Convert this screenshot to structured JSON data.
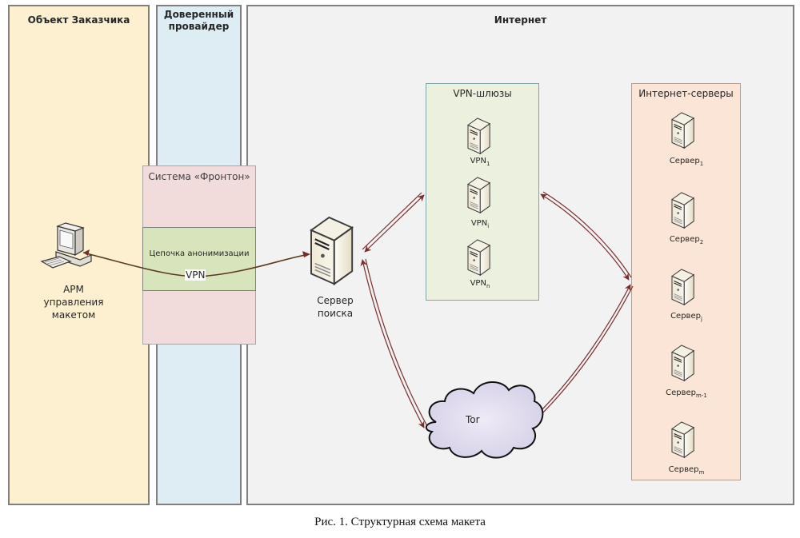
{
  "zones": {
    "customer": "Объект Заказчика",
    "provider_line1": "Доверенный",
    "provider_line2": "провайдер",
    "internet": "Интернет"
  },
  "frontone": {
    "title": "Система «Фронтон»",
    "chain": "Цепочка анонимизации",
    "vpn_tag": "VPN"
  },
  "workstation": {
    "line1": "АРМ",
    "line2": "управления",
    "line3": "макетом"
  },
  "search_server": {
    "line1": "Сервер",
    "line2": "поиска"
  },
  "vpn_gateways": {
    "title": "VPN-шлюзы",
    "items": [
      {
        "base": "VPN",
        "sub": "1"
      },
      {
        "base": "VPN",
        "sub": "i"
      },
      {
        "base": "VPN",
        "sub": "n"
      }
    ]
  },
  "internet_servers": {
    "title": "Интернет-серверы",
    "items": [
      {
        "base": "Сервер",
        "sub": "1"
      },
      {
        "base": "Сервер",
        "sub": "2"
      },
      {
        "base": "Сервер",
        "sub": "j"
      },
      {
        "base": "Сервер",
        "sub": "m-1"
      },
      {
        "base": "Сервер",
        "sub": "m"
      }
    ]
  },
  "tor": {
    "label": "Tor"
  },
  "caption": "Рис. 1. Структурная схема макета",
  "colors": {
    "connector": "#7b2d2d",
    "vpn_line": "#5a3a1e"
  }
}
